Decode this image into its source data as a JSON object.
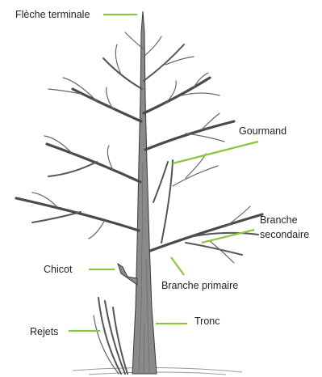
{
  "labels": {
    "fleche_terminale": "Flèche terminale",
    "gourmand": "Gourmand",
    "branche_secondaire_1": "Branche",
    "branche_secondaire_2": "secondaire",
    "chicot": "Chicot",
    "branche_primaire": "Branche primaire",
    "rejets": "Rejets",
    "tronc": "Tronc"
  },
  "colors": {
    "leader_line": "#8cc63f",
    "tree": "#4a4a4a",
    "label_text": "#1f1f1f"
  }
}
